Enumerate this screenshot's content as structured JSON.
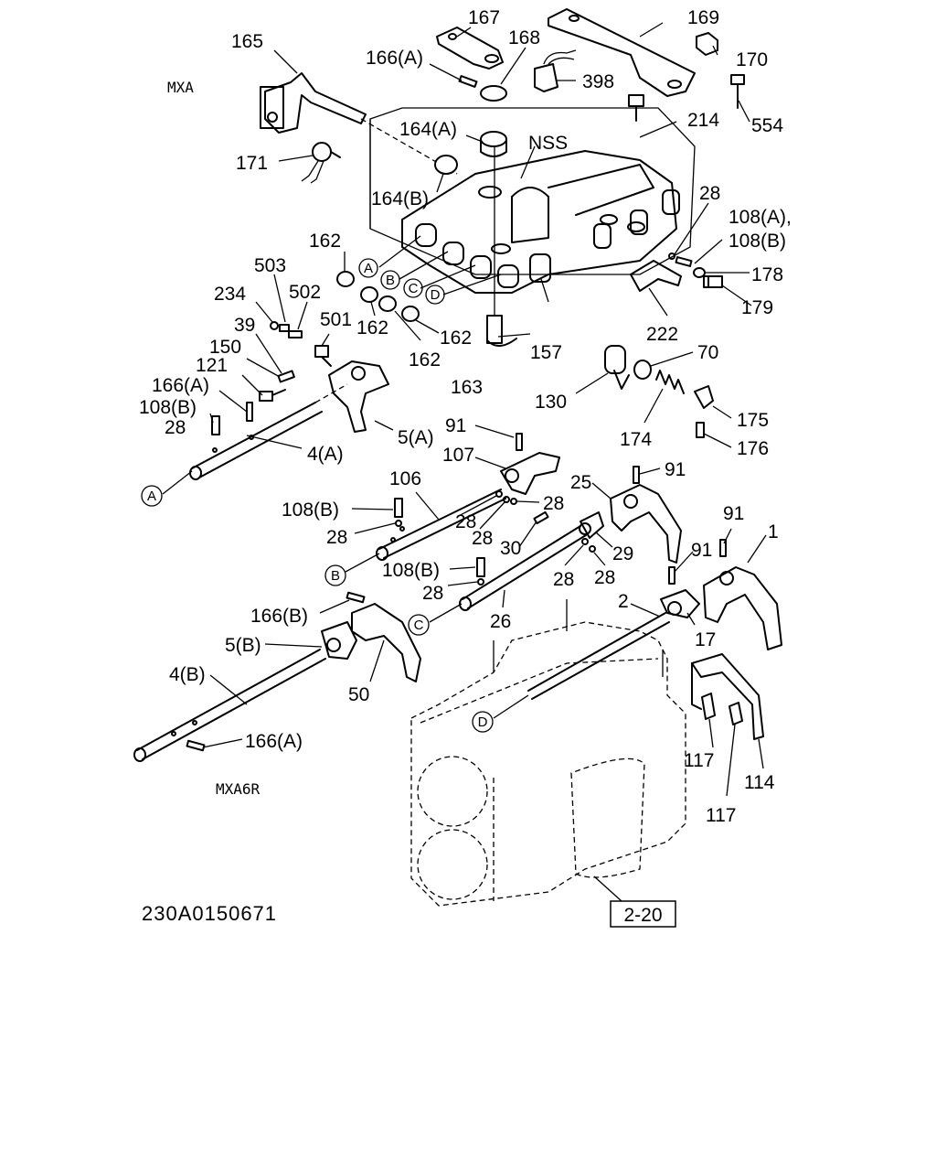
{
  "model_top": "MXA",
  "model_bottom": "MXA6R",
  "drawing_number": "230A0150671",
  "reference_box": "2-20",
  "callouts": {
    "c165": "165",
    "c167": "167",
    "c168": "168",
    "c169": "169",
    "c170": "170",
    "c166a_top": "166(A)",
    "c398": "398",
    "c554": "554",
    "c214": "214",
    "c164a": "164(A)",
    "c164b": "164(B)",
    "c171": "171",
    "cnss": "NSS",
    "c28_top": "28",
    "c108ab": "108(A),",
    "c108b_top": "108(B)",
    "c178": "178",
    "c179": "179",
    "c162a": "162",
    "c162b": "162",
    "c162c": "162",
    "c162d": "162",
    "c503": "503",
    "c502": "502",
    "c234": "234",
    "c501": "501",
    "c39": "39",
    "c150": "150",
    "c121": "121",
    "c166a_mid": "166(A)",
    "c108b_left": "108(B)",
    "c28_left": "28",
    "c157": "157",
    "c163": "163",
    "c222": "222",
    "c70": "70",
    "c130": "130",
    "c174": "174",
    "c175": "175",
    "c176": "176",
    "c5a": "5(A)",
    "c4a": "4(A)",
    "c91a": "91",
    "c107": "107",
    "c106": "106",
    "c25": "25",
    "c91b": "91",
    "c108b_mid": "108(B)",
    "c28_mid1": "28",
    "c28_mid2": "28",
    "c28_mid3": "28",
    "c28_mid4": "28",
    "c30": "30",
    "c29": "29",
    "c91c": "91",
    "c1": "1",
    "c91d": "91",
    "c108b_low": "108(B)",
    "c28_low1": "28",
    "c28_low2": "28",
    "c28_low3": "28",
    "c26": "26",
    "c2": "2",
    "c166b": "166(B)",
    "c5b": "5(B)",
    "c17": "17",
    "c4b": "4(B)",
    "c50": "50",
    "c166a_low": "166(A)",
    "c117a": "117",
    "c114": "114",
    "c117b": "117"
  },
  "circle_markers": {
    "a": "A",
    "b": "B",
    "c": "C",
    "d": "D"
  }
}
